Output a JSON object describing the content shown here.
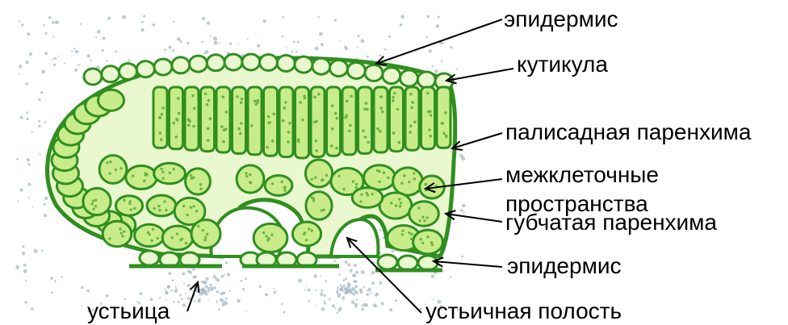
{
  "labels": {
    "epidermis_top": "эпидермис",
    "cuticle": "кутикула",
    "palisade": "палисадная паренхима",
    "intercellular_line1": "межклеточные",
    "intercellular_line2": "пространства",
    "spongy": "губчатая паренхима",
    "epidermis_bottom": "эпидермис",
    "stoma": "устьица",
    "stomatal_cavity": "устьичная полость"
  },
  "colors": {
    "tissue_dark": "#2f8f1f",
    "tissue_fill": "#c8ec8a",
    "chloroplast": "#6db33f",
    "cell_light": "#eaf8cf",
    "air_dots": "#a7b9c6",
    "ink": "#000000"
  }
}
